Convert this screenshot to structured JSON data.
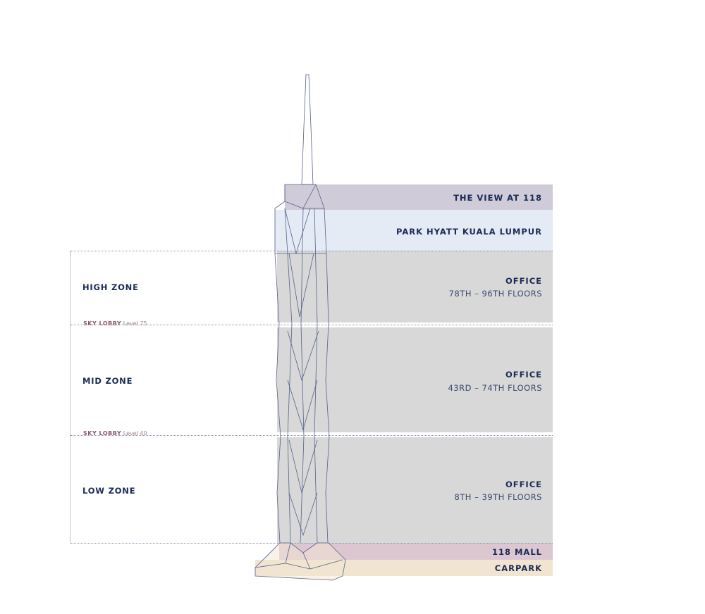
{
  "bands": {
    "view": {
      "label": "THE VIEW AT 118",
      "color": "#cfcbd9"
    },
    "hotel": {
      "label": "PARK HYATT KUALA LUMPUR",
      "color": "#e5ebf5"
    },
    "office_high": {
      "label": "OFFICE",
      "floors": "78TH – 96TH FLOORS",
      "color": "#d8d8d8"
    },
    "office_mid": {
      "label": "OFFICE",
      "floors": "43RD – 74TH FLOORS",
      "color": "#d8d8d8"
    },
    "office_low": {
      "label": "OFFICE",
      "floors": "8TH – 39TH FLOORS",
      "color": "#d8d8d8"
    },
    "mall": {
      "label": "118 MALL",
      "color": "#dcc7d1"
    },
    "carpark": {
      "label": "CARPARK",
      "color": "#f1e5d1"
    }
  },
  "zones": {
    "high": "HIGH ZONE",
    "mid": "MID ZONE",
    "low": "LOW ZONE"
  },
  "sky_lobbies": [
    {
      "label": "SKY LOBBY",
      "level": "Level 75"
    },
    {
      "label": "SKY LOBBY",
      "level": "Level 40"
    }
  ]
}
